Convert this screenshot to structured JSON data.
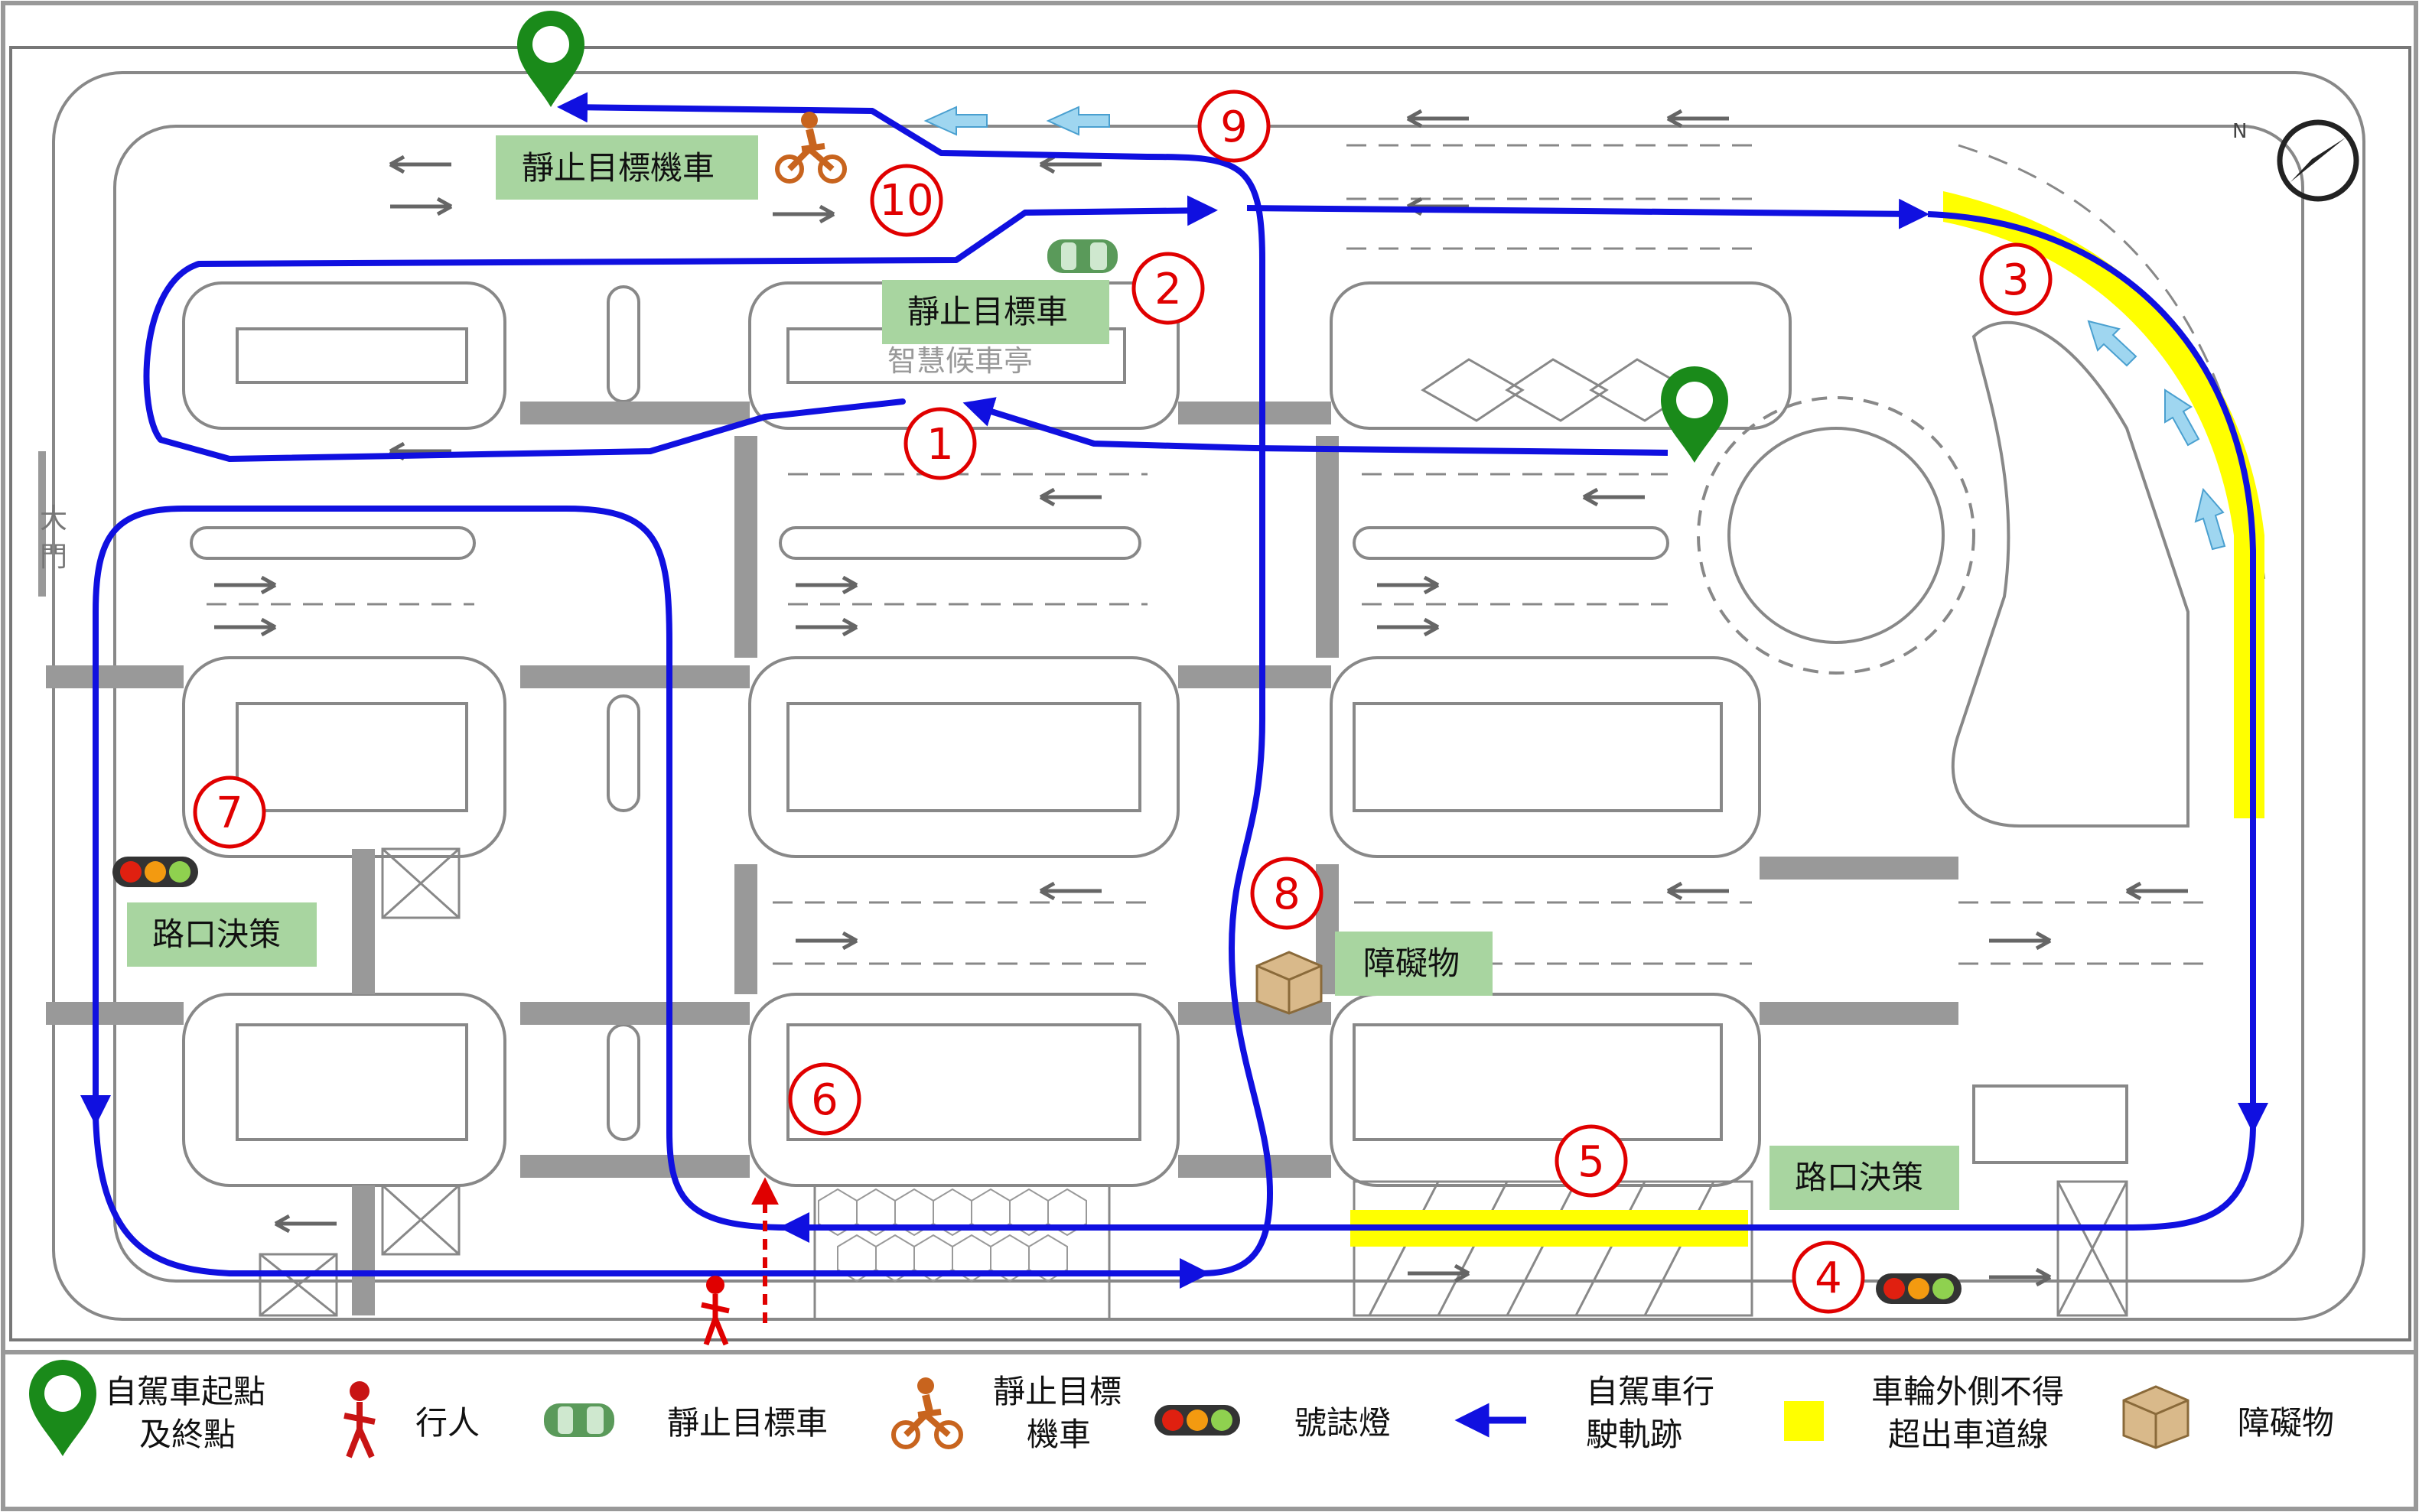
{
  "gate_label": [
    "大",
    "門"
  ],
  "parking_text": "智慧候車亭",
  "labels": {
    "motorcycle_target": "靜止目標機車",
    "static_car": "靜止目標車",
    "intersection_left": "路口決策",
    "intersection_right": "路口決策",
    "obstacle": "障礙物"
  },
  "stations": [
    "1",
    "2",
    "3",
    "4",
    "5",
    "6",
    "7",
    "8",
    "9",
    "10"
  ],
  "legend": {
    "start_end_1": "自駕車起點",
    "start_end_2": "及終點",
    "pedestrian": "行人",
    "static_car": "靜止目標車",
    "motorcycle_1": "靜止目標",
    "motorcycle_2": "機車",
    "signal": "號誌燈",
    "path_1": "自駕車行",
    "path_2": "駛軌跡",
    "boundary_1": "車輪外側不得",
    "boundary_2": "超出車道線",
    "obstacle": "障礙物"
  },
  "colors": {
    "path": "#1010e0",
    "boundary": "#ffff00",
    "label_bg": "#a8d5a0",
    "marker": "#1a8a1a",
    "station": "#e00000",
    "road_line": "#888888"
  },
  "icons": [
    "location-pin-icon",
    "pedestrian-icon",
    "car-icon",
    "motorcycle-icon",
    "traffic-light-icon",
    "arrow-left-icon",
    "box-icon",
    "compass-icon"
  ]
}
